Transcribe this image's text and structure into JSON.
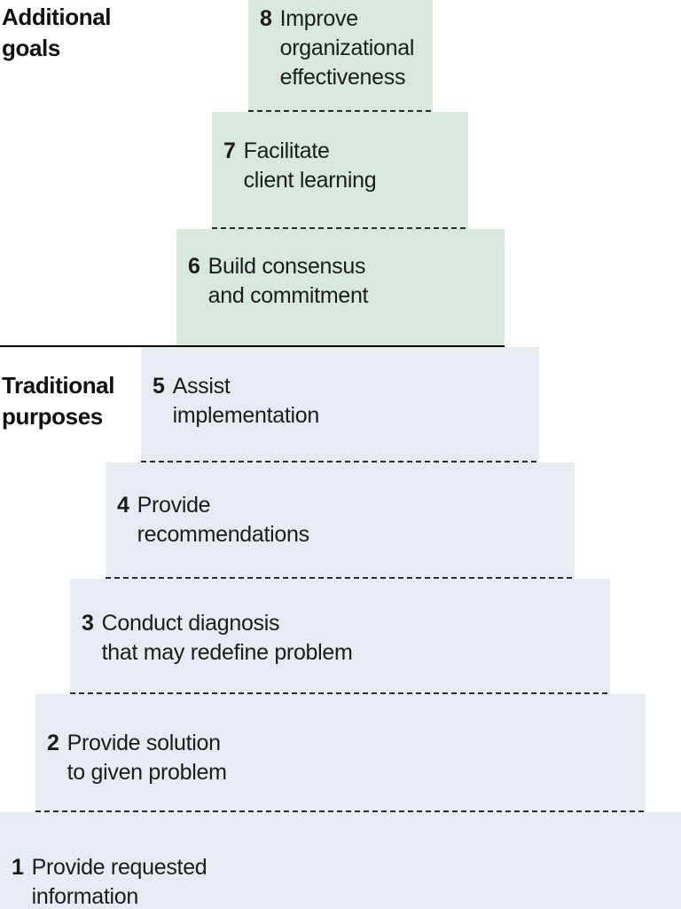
{
  "labels": {
    "additional": "Additional\ngoals",
    "traditional": "Traditional\npurposes"
  },
  "colors": {
    "additional_bg": "#d8e8dd",
    "traditional_bg": "#e7ebf2",
    "divider": "#000000",
    "dash": "#2b2b2b",
    "text": "#1c1c1c"
  },
  "levels": [
    {
      "num": "8",
      "text": "Improve\norganizational\neffectiveness",
      "group": "additional"
    },
    {
      "num": "7",
      "text": "Facilitate\nclient learning",
      "group": "additional"
    },
    {
      "num": "6",
      "text": "Build consensus\nand commitment",
      "group": "additional"
    },
    {
      "num": "5",
      "text": "Assist\nimplementation",
      "group": "traditional"
    },
    {
      "num": "4",
      "text": "Provide\nrecommendations",
      "group": "traditional"
    },
    {
      "num": "3",
      "text": "Conduct diagnosis\nthat may redefine problem",
      "group": "traditional"
    },
    {
      "num": "2",
      "text": "Provide solution\nto given problem",
      "group": "traditional"
    },
    {
      "num": "1",
      "text": "Provide requested\ninformation",
      "group": "traditional"
    }
  ]
}
